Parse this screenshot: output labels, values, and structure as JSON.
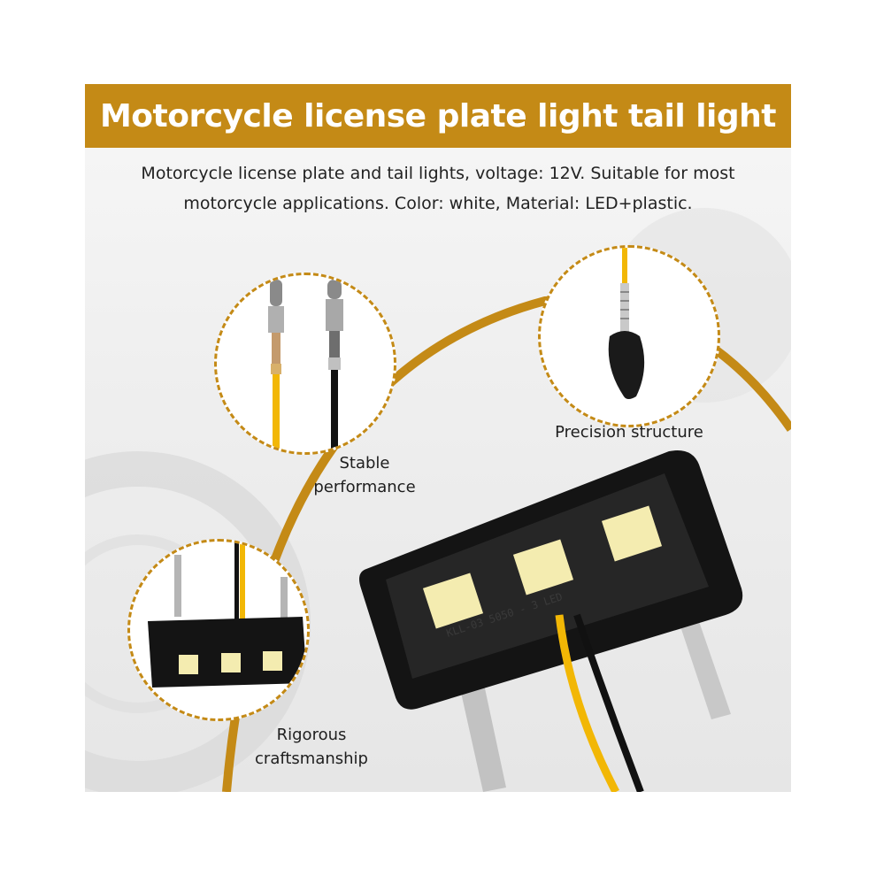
{
  "title": "Motorcycle license plate light tail light",
  "description": "Motorcycle license plate and tail lights, voltage: 12V. Suitable for most motorcycle applications. Color: white, Material: LED+plastic.",
  "features": [
    {
      "line1": "Stable",
      "line2": "performance"
    },
    {
      "line1": "Precision structure",
      "line2": ""
    },
    {
      "line1": "Rigorous",
      "line2": "craftsmanship"
    }
  ],
  "product_label_text": "KLL-03 5050 - 3 LED",
  "colors": {
    "accent": "#c48a16",
    "wire_yellow": "#f2b705",
    "housing": "#141414",
    "led": "#f4ecb0"
  },
  "icons": [
    "connector-pins-icon",
    "rivet-tip-icon",
    "led-light-icon"
  ]
}
